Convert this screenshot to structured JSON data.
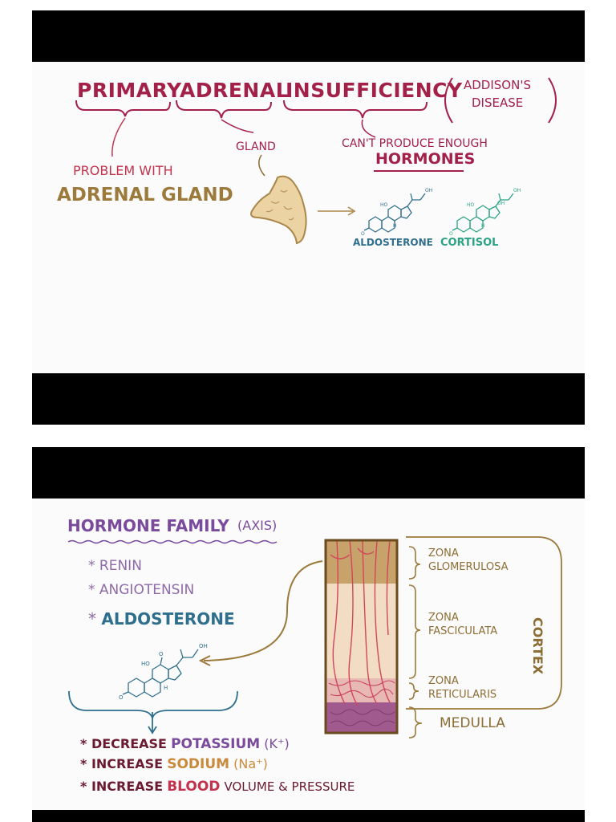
{
  "slide1": {
    "title_primary": "PRIMARY",
    "title_adrenal": "ADRENAL",
    "title_insufficiency": "INSUFFICIENCY",
    "addisons_line1": "ADDISON'S",
    "addisons_line2": "DISEASE",
    "problem_with": "PROBLEM WITH",
    "adrenal_gland": "ADRENAL GLAND",
    "gland": "GLAND",
    "cant_produce": "CAN'T PRODUCE ENOUGH",
    "hormones": "HORMONES",
    "aldosterone": "ALDOSTERONE",
    "cortisol": "CORTISOL",
    "chem_ho": "HO",
    "chem_oh": "OH",
    "chem_o": "O",
    "chem_h": "H"
  },
  "slide2": {
    "hormone_family": "HORMONE FAMILY",
    "axis": "(AXIS)",
    "bullets": [
      "RENIN",
      "ANGIOTENSIN",
      "ALDOSTERONE"
    ],
    "effects": [
      {
        "verb": "DECREASE",
        "noun": "POTASSIUM",
        "extra": "(K⁺)"
      },
      {
        "verb": "INCREASE",
        "noun": "SODIUM",
        "extra": "(Na⁺)"
      },
      {
        "verb": "INCREASE",
        "noun": "BLOOD",
        "extra": "VOLUME & PRESSURE"
      }
    ],
    "zona_glomerulosa_1": "ZONA",
    "zona_glomerulosa_2": "GLOMERULOSA",
    "zona_fasciculata_1": "ZONA",
    "zona_fasciculata_2": "FASCICULATA",
    "zona_reticularis_1": "ZONA",
    "zona_reticularis_2": "RETICULARIS",
    "medulla": "MEDULLA",
    "cortex": "CORTEX"
  }
}
